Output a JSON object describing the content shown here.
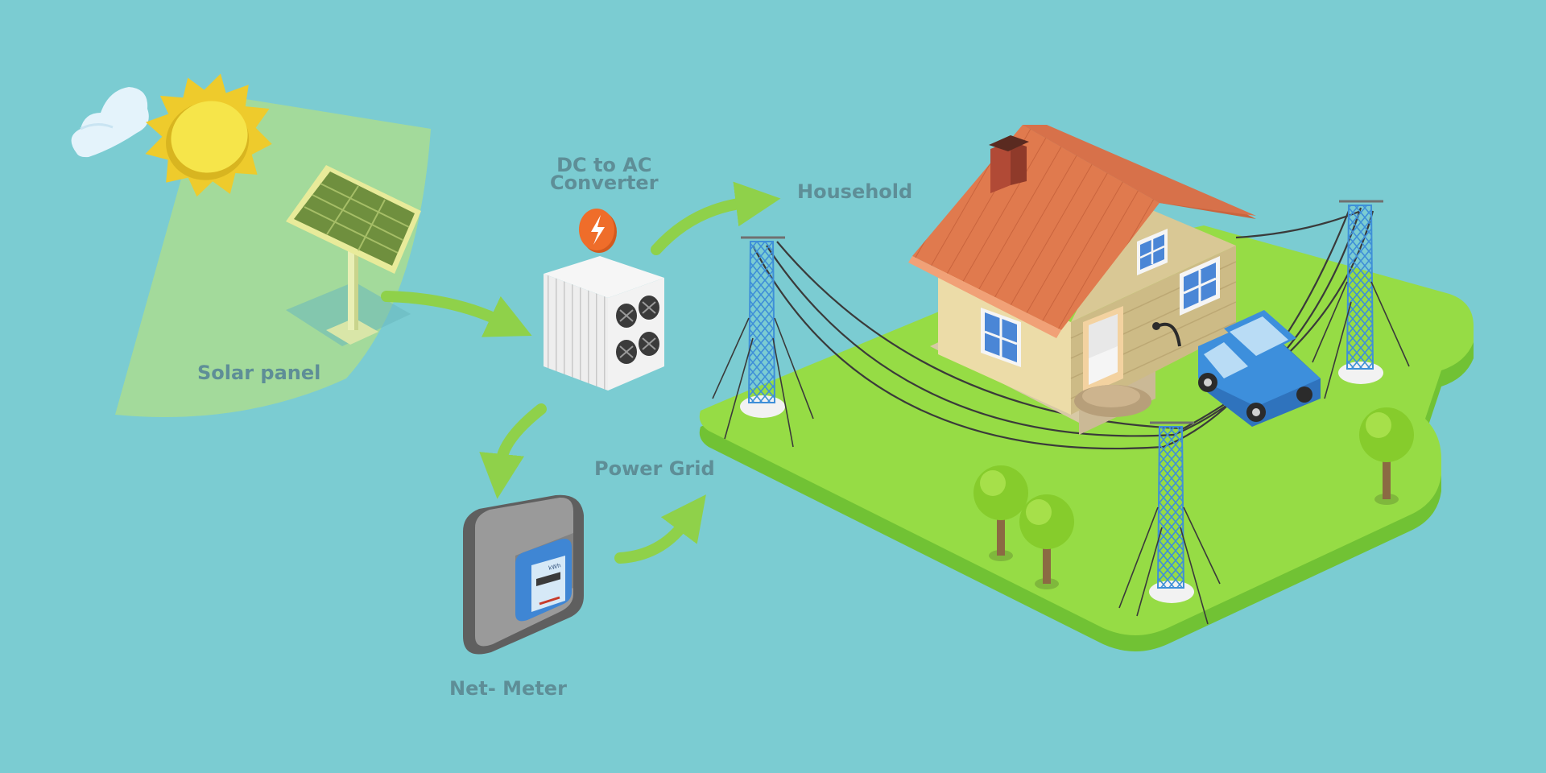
{
  "labels": {
    "solar_panel": "Solar panel",
    "converter_line1": "DC to AC",
    "converter_line2": "Converter",
    "household": "Household",
    "power_grid": "Power Grid",
    "net_meter": "Net- Meter",
    "meter_unit": "kWh"
  },
  "colors": {
    "background": "#7bccd2",
    "label_text": "#5e8e97",
    "arrow": "#8fd14a",
    "island": "#96dc45",
    "roof": "#e07a4e",
    "car": "#3d8fdc",
    "sun": "#f6dc3c"
  }
}
